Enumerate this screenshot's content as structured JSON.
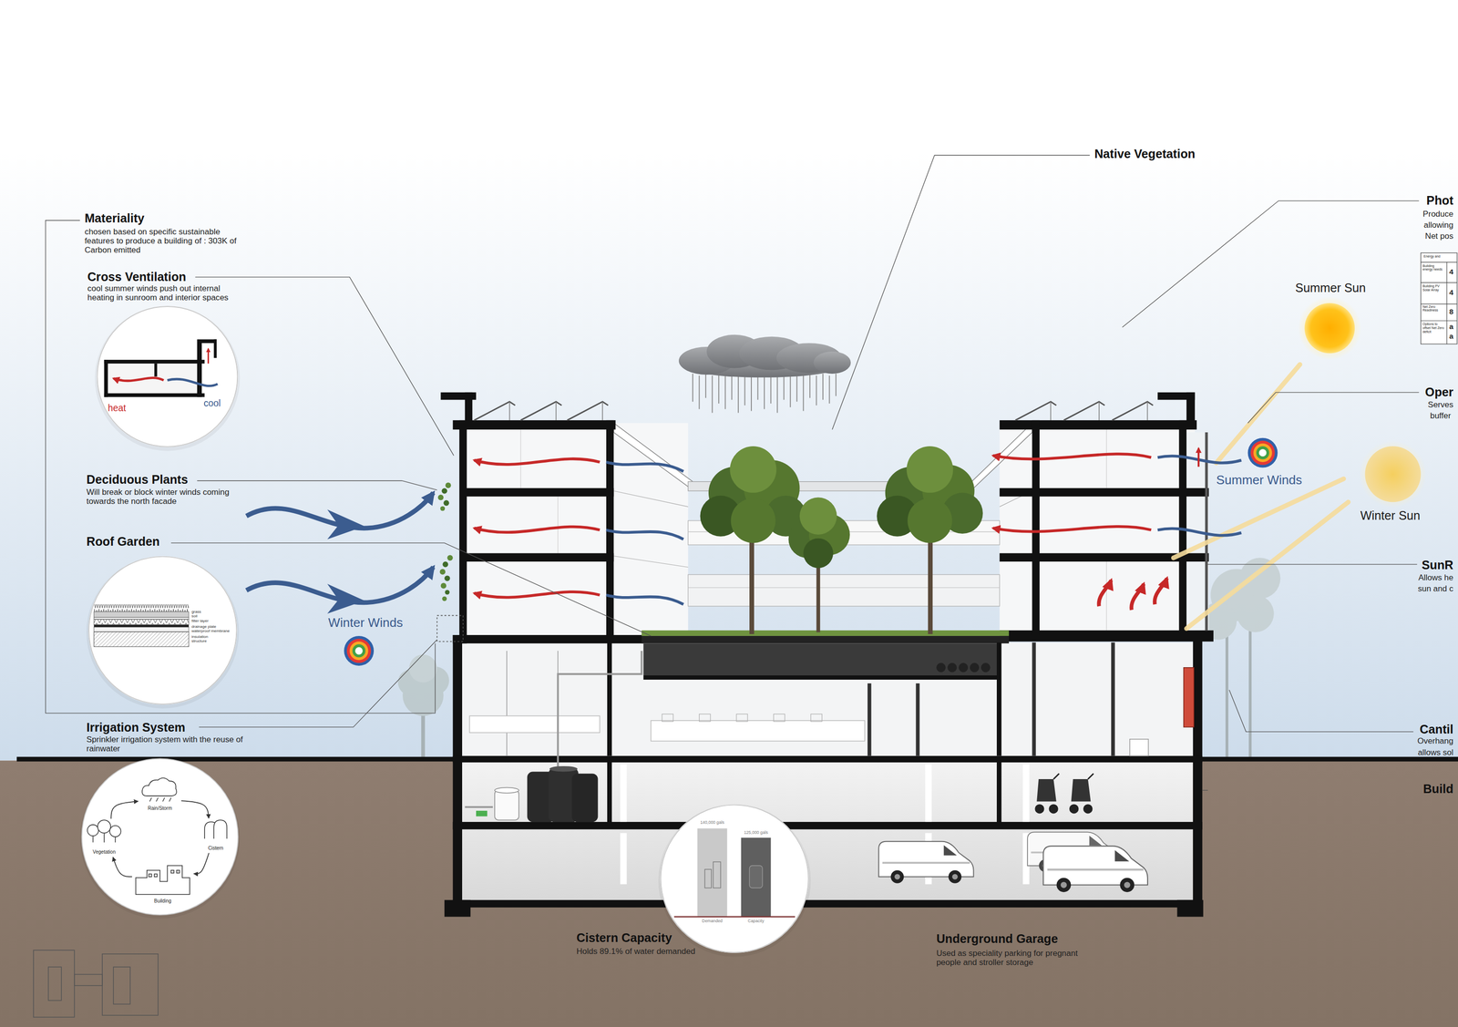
{
  "diagram": {
    "nodes": [
      {
        "text": [
          "heat",
          "cool"
        ]
      },
      {
        "text": [
          "grass",
          "soil",
          "filter layer",
          "drainage plate",
          "waterproof membrane",
          "insulation",
          "structure"
        ]
      },
      {
        "text": [
          "Rain/Storm"
        ]
      },
      {
        "text": [
          "Cistern"
        ]
      },
      {
        "text": [
          "Building"
        ]
      },
      {
        "text": [
          "Vegetation"
        ]
      },
      {
        "text": [
          "140,000 gals",
          "125,000 gals",
          "Demanded",
          "Capacity"
        ]
      }
    ],
    "edges": [
      {
        "from": 2,
        "to": 3,
        "arrow": "to"
      },
      {
        "from": 3,
        "to": 4,
        "arrow": "to"
      },
      {
        "from": 4,
        "to": 5,
        "arrow": "to"
      },
      {
        "from": 5,
        "to": 2,
        "arrow": "to"
      }
    ],
    "labels": [
      "Native Vegetation",
      "Materiality",
      "chosen based on specific sustainable features to produce a building of : 303K of Carbon emitted",
      "Cross Ventilation",
      "cool summer winds push out internal heating in sunroom and interior spaces",
      "Deciduous Plants",
      "Will break or block winter winds coming towards the north facade",
      "Roof Garden",
      "Winter Winds",
      "Irrigation System",
      "Sprinkler irrigation system with the reuse of rainwater",
      "Cistern Capacity",
      "Holds 89.1% of water demanded",
      "Underground Garage",
      "Used as speciality parking for pregnant people and stroller storage",
      "Summer Sun",
      "Winter Sun",
      "Summer Winds",
      "Phot",
      "Produce",
      "allowing",
      "Net pos",
      "Oper",
      "Serves",
      "buffer",
      "SunR",
      "Allows he",
      "sun and c",
      "Cantil",
      "Overhang",
      "allows sol",
      "Build",
      "Energy and",
      "Building energy needs",
      "Building PV Solar Array",
      "Net Zero Readiness",
      "Options to offset Net Zero deficit",
      "4",
      "4",
      "8",
      "a",
      "a"
    ]
  }
}
